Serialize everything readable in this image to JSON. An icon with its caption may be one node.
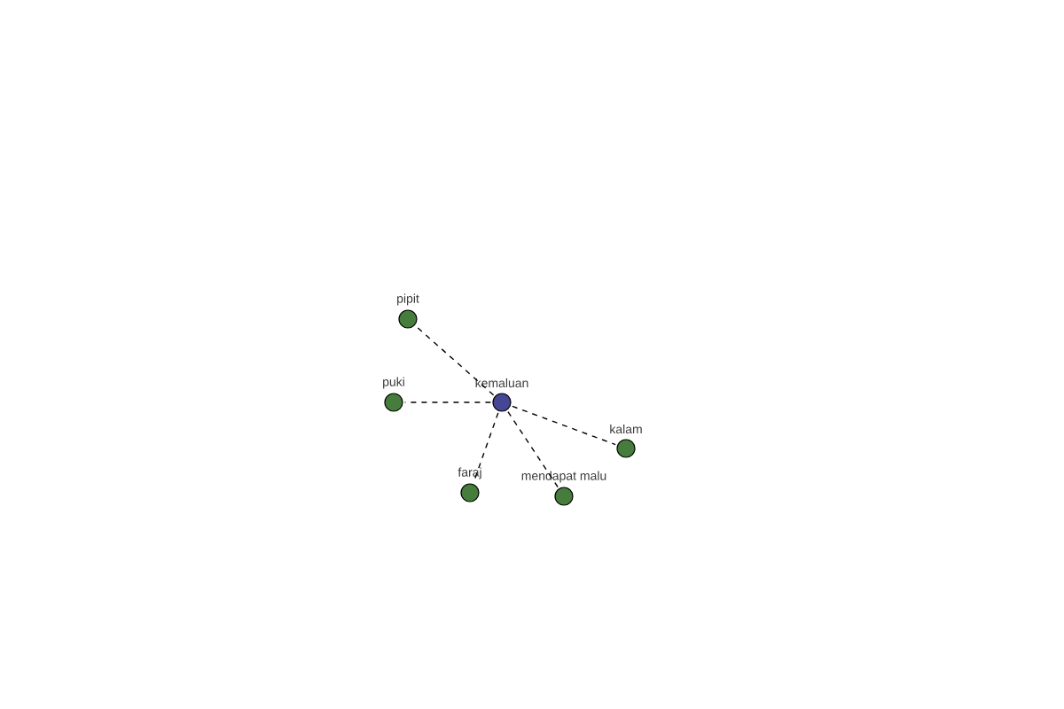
{
  "diagram": {
    "nodes": [
      {
        "text": [
          "pipit"
        ]
      },
      {
        "text": [
          "puki"
        ]
      },
      {
        "text": [
          "kemaluan"
        ]
      },
      {
        "text": [
          "kalam"
        ]
      },
      {
        "text": [
          "faraj"
        ]
      },
      {
        "text": [
          "mendapat malu"
        ]
      }
    ],
    "edges": [
      {
        "from": 2,
        "to": 0,
        "arrow": "none"
      },
      {
        "from": 2,
        "to": 1,
        "arrow": "none"
      },
      {
        "from": 2,
        "to": 3,
        "arrow": "none"
      },
      {
        "from": 2,
        "to": 4,
        "arrow": "none"
      },
      {
        "from": 2,
        "to": 5,
        "arrow": "none"
      }
    ]
  }
}
